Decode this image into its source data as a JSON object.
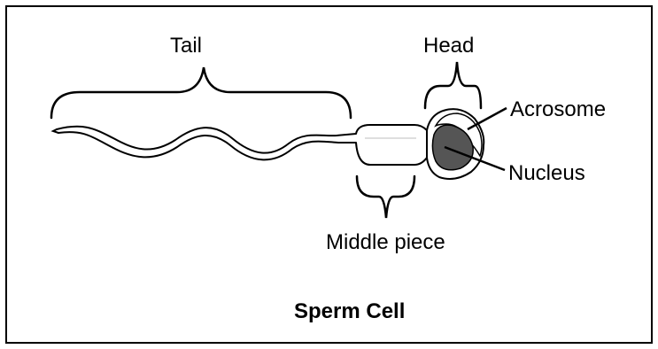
{
  "diagram": {
    "title": "Sperm Cell",
    "labels": {
      "tail": "Tail",
      "head": "Head",
      "acrosome": "Acrosome",
      "nucleus": "Nucleus",
      "middle_piece": "Middle piece"
    },
    "colors": {
      "ink": "#000000",
      "background": "#ffffff",
      "nucleus_fill": "#555555"
    }
  }
}
